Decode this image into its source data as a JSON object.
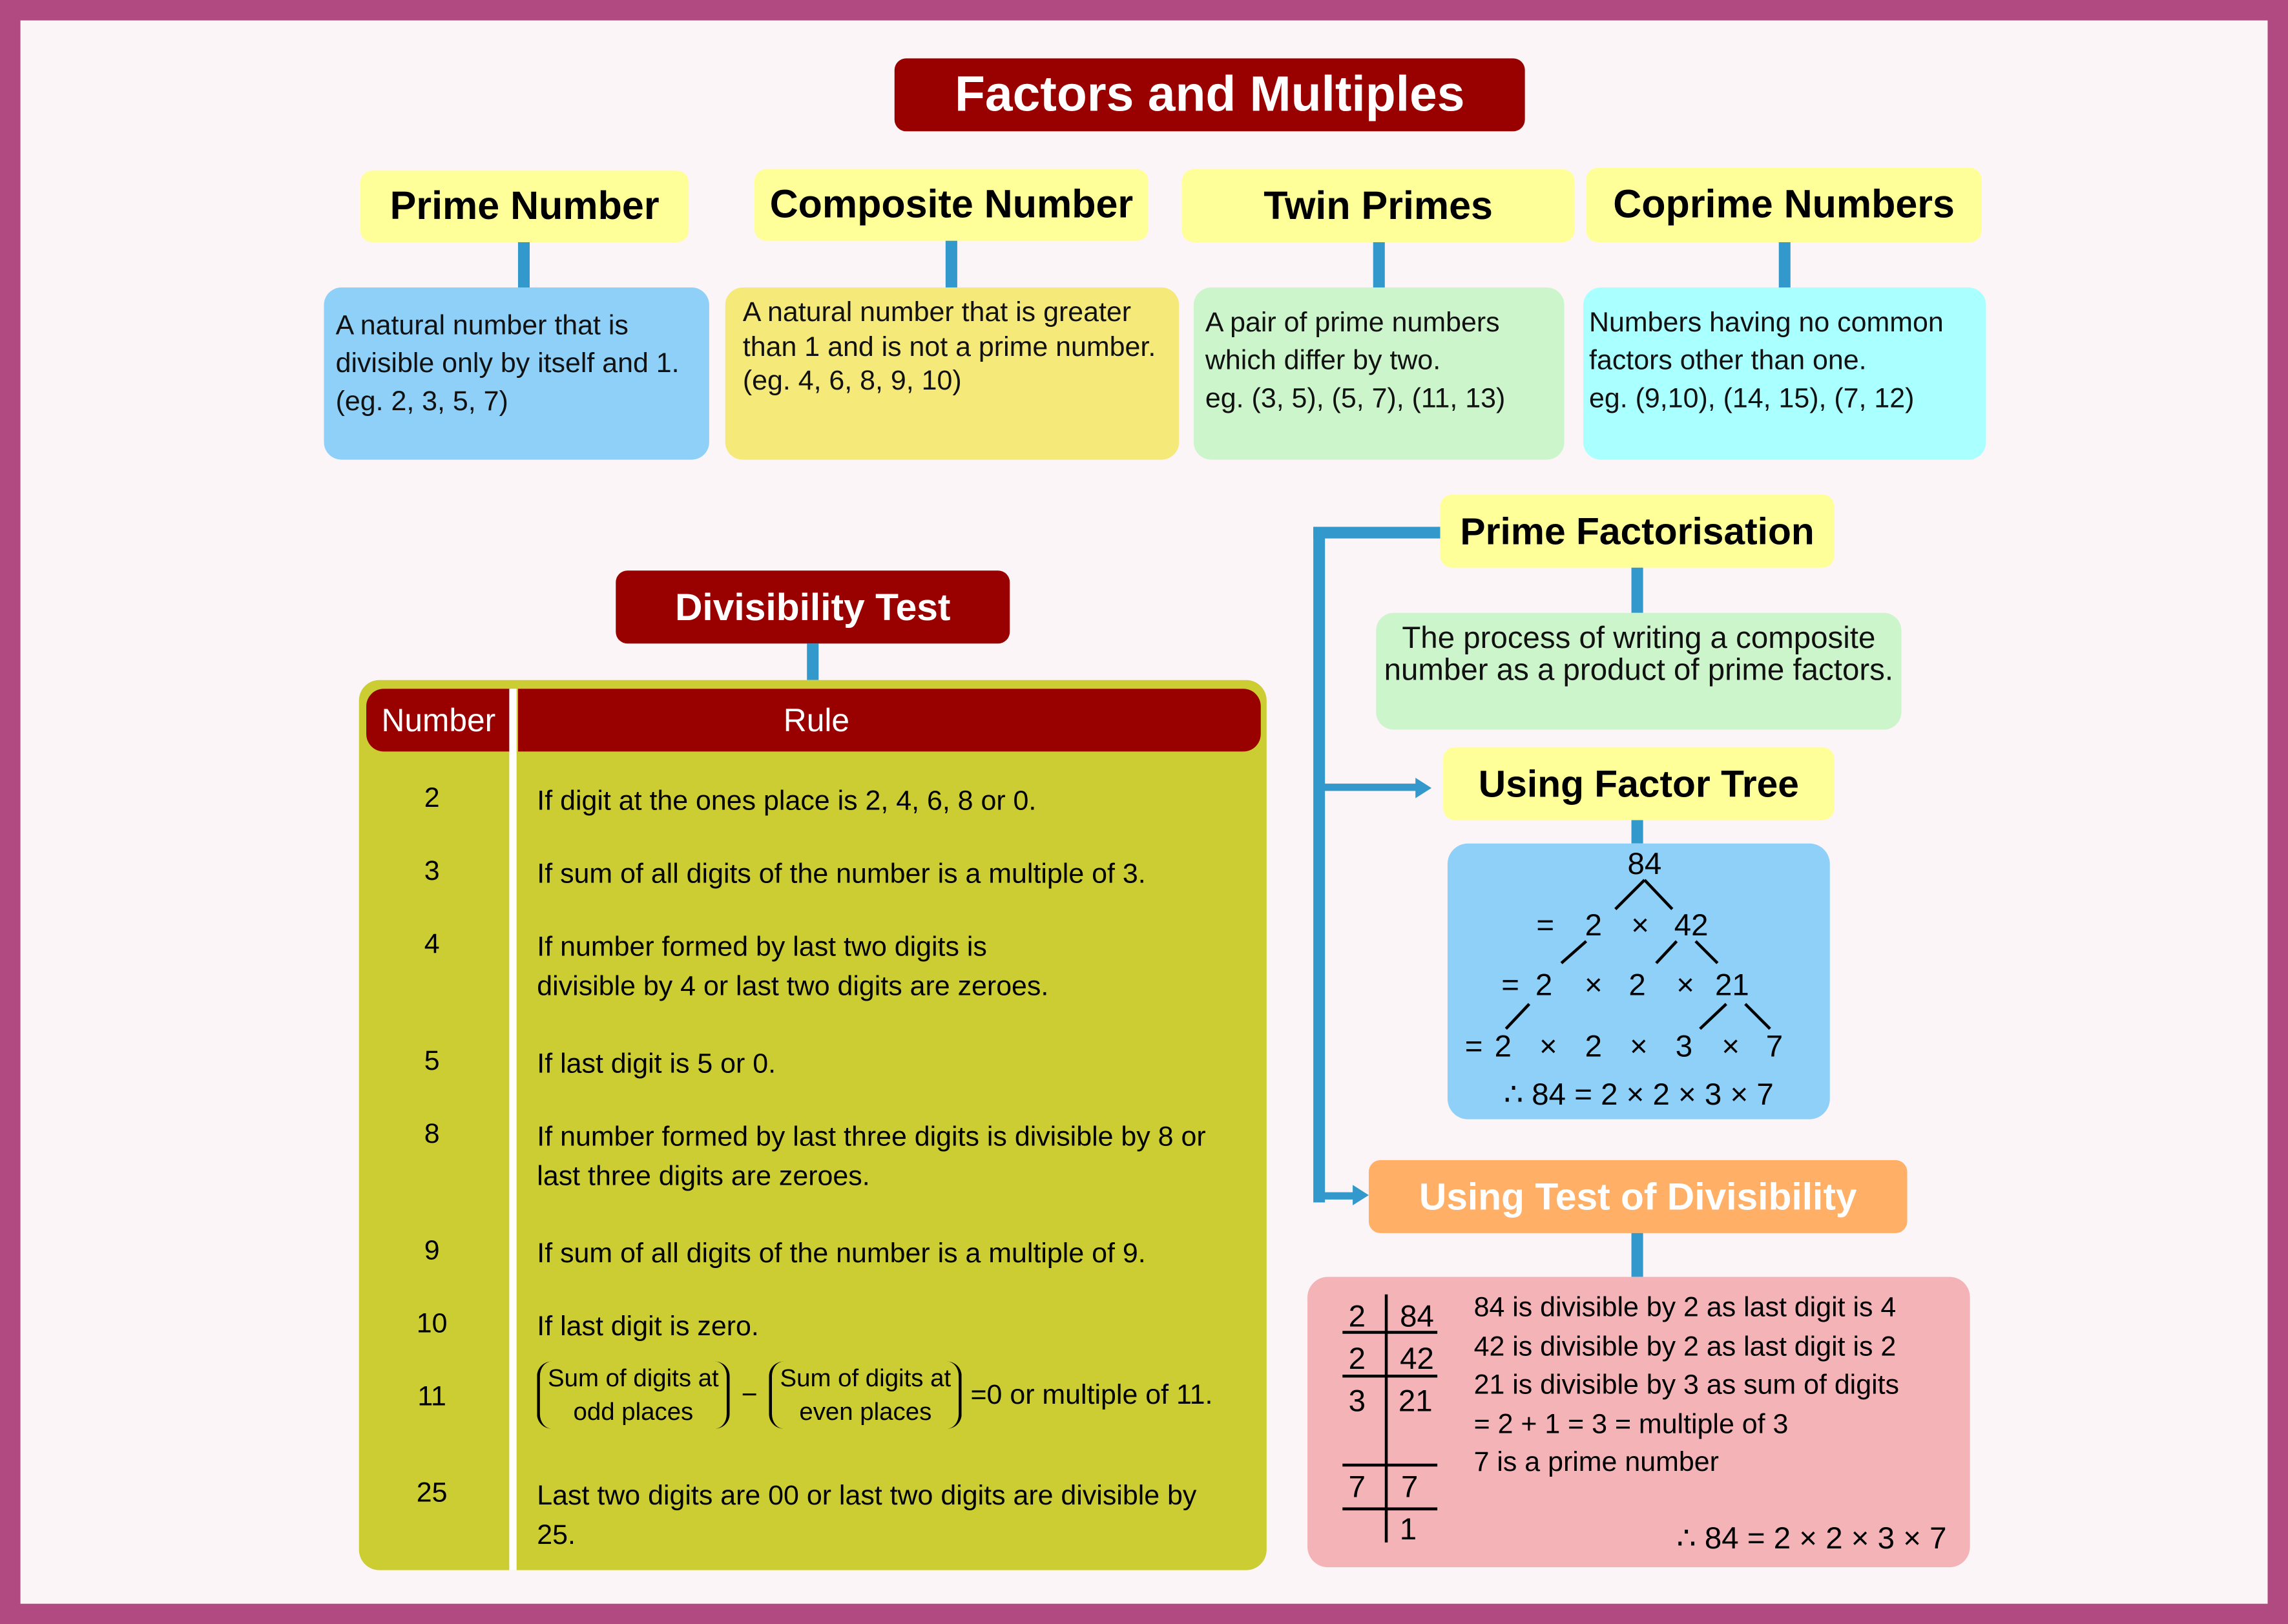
{
  "title": "Factors and Multiples",
  "definitions": [
    {
      "heading": "Prime Number",
      "text": "A natural number that is divisible only by itself and 1. (eg. 2, 3, 5, 7)",
      "color": "#8ed0f8"
    },
    {
      "heading": "Composite Number",
      "text": "A natural number that is greater than 1 and is not a prime number.",
      "example": "(eg. 4, 6, 8, 9, 10)",
      "color": "#f5e97a"
    },
    {
      "heading": "Twin Primes",
      "text": "A pair of prime numbers which differ by two.",
      "example": "eg. (3, 5), (5, 7), (11, 13)",
      "color": "#ccf5cc"
    },
    {
      "heading": "Coprime Numbers",
      "text": "Numbers having no common factors other than one.",
      "example": "eg. (9,10), (14, 15), (7, 12)",
      "color": "#aaffff"
    }
  ],
  "divisibility": {
    "heading": "Divisibility Test",
    "col_number": "Number",
    "col_rule": "Rule",
    "rows": [
      {
        "number": "2",
        "rule": "If digit at the ones place is 2, 4, 6, 8 or 0."
      },
      {
        "number": "3",
        "rule": "If sum of all digits of the number is a multiple of 3."
      },
      {
        "number": "4",
        "rule": "If number formed by last two digits is divisible by 4 or last two digits are zeroes."
      },
      {
        "number": "5",
        "rule": "If last digit is 5 or 0."
      },
      {
        "number": "8",
        "rule": "If number formed by last three digits is divisible by 8 or last three digits are zeroes."
      },
      {
        "number": "9",
        "rule": "If sum of all digits of the number is a multiple of 9."
      },
      {
        "number": "10",
        "rule": "If last digit is zero."
      },
      {
        "number": "11",
        "rule_odd": "Sum of digits at odd places",
        "rule_minus": "−",
        "rule_even": "Sum of digits at even places",
        "rule_tail": "=0 or multiple of 11."
      },
      {
        "number": "25",
        "rule": "Last two digits are 00 or last two digits are divisible by 25."
      }
    ]
  },
  "prime_factorisation": {
    "heading": "Prime Factorisation",
    "text": "The process of writing a composite number as a product of prime factors."
  },
  "factor_tree": {
    "heading": "Using Factor Tree",
    "root": "84",
    "row1": [
      "=",
      "2",
      "×",
      "42"
    ],
    "row2": [
      "=",
      "2",
      "×",
      "2",
      "×",
      "21"
    ],
    "row3": [
      "=",
      "2",
      "×",
      "2",
      "×",
      "3",
      "×",
      "7"
    ],
    "result": "∴ 84 = 2 × 2 × 3 × 7"
  },
  "test_of_divisibility": {
    "heading": "Using Test of Divisibility",
    "ladder": [
      [
        "2",
        "84"
      ],
      [
        "2",
        "42"
      ],
      [
        "3",
        "21"
      ],
      [
        "7",
        "7"
      ],
      [
        "",
        "1"
      ]
    ],
    "lines": [
      "84 is divisible by 2 as last digit is 4",
      "42 is divisible by 2 as last digit is 2",
      "21 is divisible by 3 as sum of digits",
      "= 2 + 1 = 3 = multiple of 3",
      "7 is a prime number"
    ],
    "result": "∴ 84 = 2 × 2 × 3 × 7"
  },
  "colors": {
    "border": "#b04a80",
    "dark_red": "#990000",
    "header_yellow": "#ffff99",
    "connector": "#3399cc",
    "table": "#cccc33",
    "orange": "#ffb066",
    "pink": "#f4b3b6"
  }
}
